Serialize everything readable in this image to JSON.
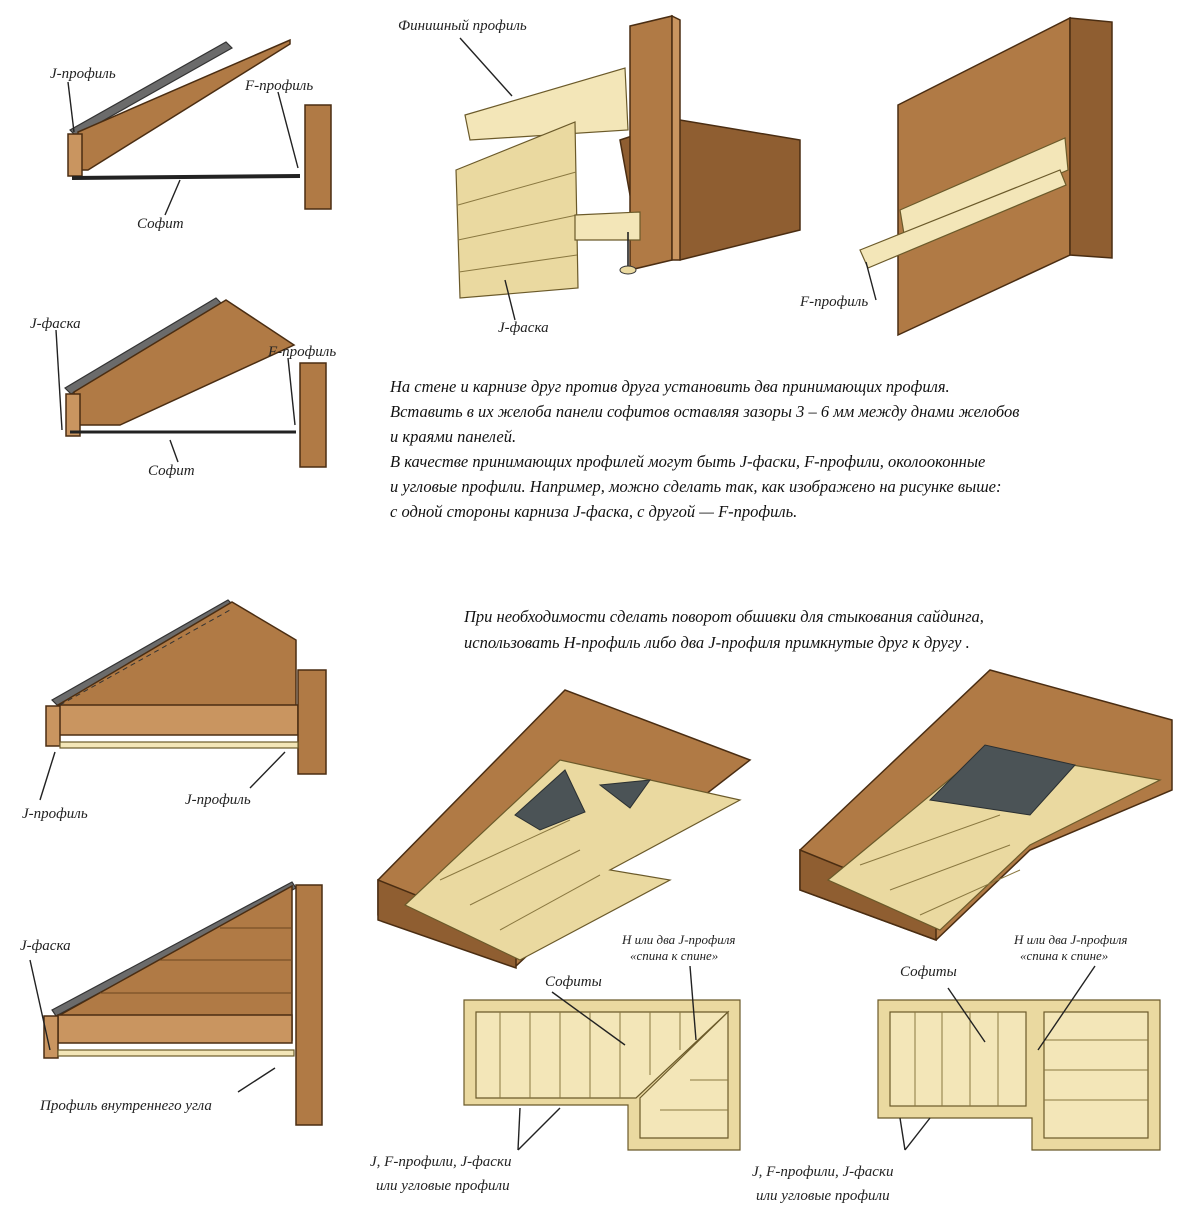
{
  "labels": {
    "j_profile_1": "J-профиль",
    "f_profile_1": "F-профиль",
    "sofit_1": "Софит",
    "finish_profile": "Финишный профиль",
    "j_faska_top": "J-фаска",
    "f_profile_top": "F-профиль",
    "j_faska_2": "J-фаска",
    "f_profile_2": "F-профиль",
    "sofit_2": "Софит",
    "j_profile_3a": "J-профиль",
    "j_profile_3b": "J-профиль",
    "j_faska_4": "J-фаска",
    "inner_corner": "Профиль внутреннего угла",
    "h_profile_a1": "Н или два J-профиля",
    "h_profile_a2": "«спина к спине»",
    "sofity_a": "Софиты",
    "h_profile_b1": "Н или два J-профиля",
    "h_profile_b2": "«спина к спине»",
    "sofity_b": "Софиты",
    "jf_a1": "J, F-профили, J-фаски",
    "jf_a2": "или угловые профили",
    "jf_b1": "J, F-профили, J-фаски",
    "jf_b2": "или угловые профили"
  },
  "paragraph1": [
    "На стене и карнизе друг против друга установить два принимающих профиля.",
    "Вставить в их желоба панели софитов оставляя зазоры 3 – 6 мм между днами желобов",
    "и краями панелей.",
    "В качестве принимающих профилей могут быть J-фаски, F-профили, околооконные",
    "и угловые профили. Например, можно сделать так, как изображено на рисунке выше:",
    "с одной стороны карниза J-фаска, с другой — F-профиль."
  ],
  "paragraph2": [
    "При необходимости сделать поворот обшивки для стыкования сайдинга,",
    "использовать Н-профиль либо два J-профиля примкнутые друг к другу ."
  ],
  "colors": {
    "wood": "#b07a45",
    "panel": "#ead9a0",
    "dark": "#4b5356"
  }
}
